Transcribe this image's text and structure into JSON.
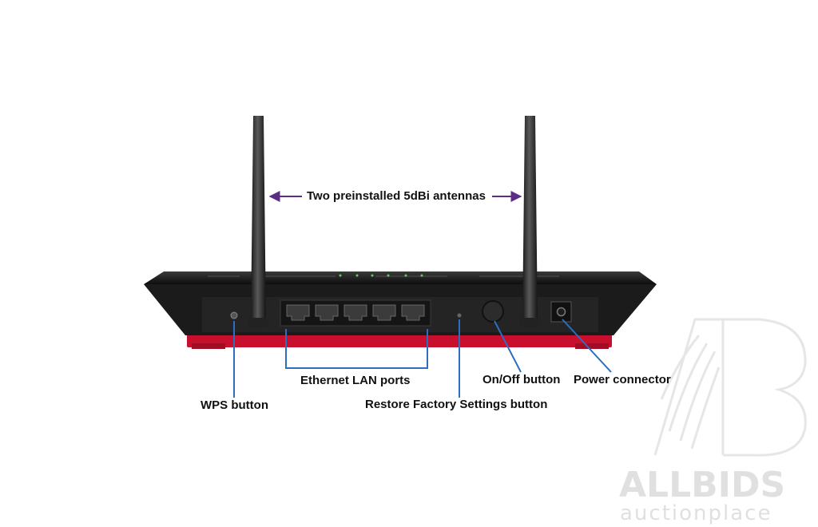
{
  "labels": {
    "antennas": "Two preinstalled 5dBi antennas",
    "ethernet": "Ethernet LAN ports",
    "wps": "WPS button",
    "restore": "Restore Factory Settings button",
    "onoff": "On/Off button",
    "power": "Power connector"
  },
  "watermark": {
    "brand": "ALLBIDS",
    "tagline": "auctionplace",
    "logo_letter": "B"
  },
  "colors": {
    "body": "#1b1b1b",
    "base": "#c8102e",
    "blue_leader": "#2a6fc0",
    "purple_leader": "#5b2d83",
    "watermark": "#e0e0e0"
  }
}
